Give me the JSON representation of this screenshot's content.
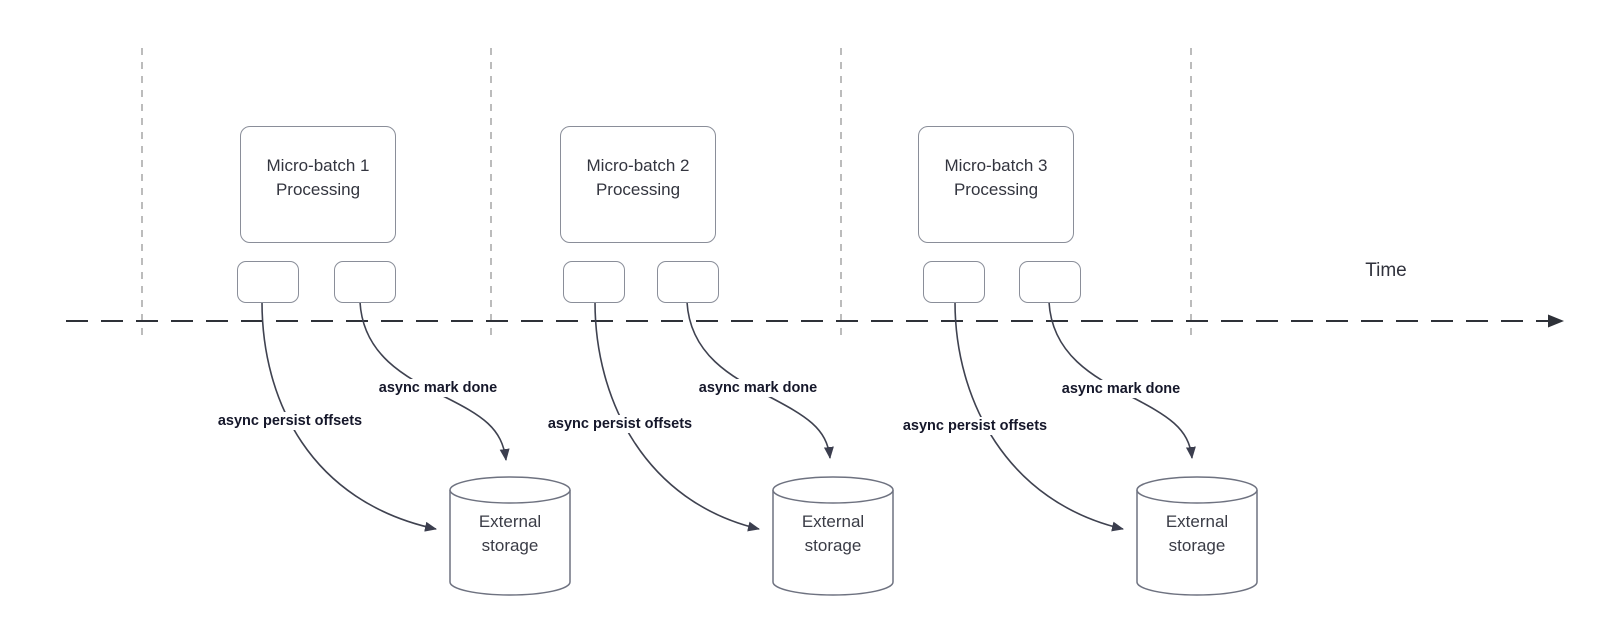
{
  "diagram": {
    "time_axis": {
      "label": "Time"
    },
    "groups": [
      {
        "box_line1": "Micro-batch 1",
        "box_line2": "Processing",
        "persist_label": "async persist offsets",
        "mark_done_label": "async mark done",
        "storage_line1": "External",
        "storage_line2": "storage"
      },
      {
        "box_line1": "Micro-batch 2",
        "box_line2": "Processing",
        "persist_label": "async persist offsets",
        "mark_done_label": "async mark done",
        "storage_line1": "External",
        "storage_line2": "storage"
      },
      {
        "box_line1": "Micro-batch 3",
        "box_line2": "Processing",
        "persist_label": "async persist offsets",
        "mark_done_label": "async mark done",
        "storage_line1": "External",
        "storage_line2": "storage"
      }
    ],
    "colors": {
      "shape_stroke": "#8a8e99",
      "connector_stroke": "#3f4250",
      "timeline_stroke": "#2e3138",
      "gridline_stroke": "#ababab",
      "label_text": "#15172a",
      "shape_text": "#33353f"
    }
  }
}
